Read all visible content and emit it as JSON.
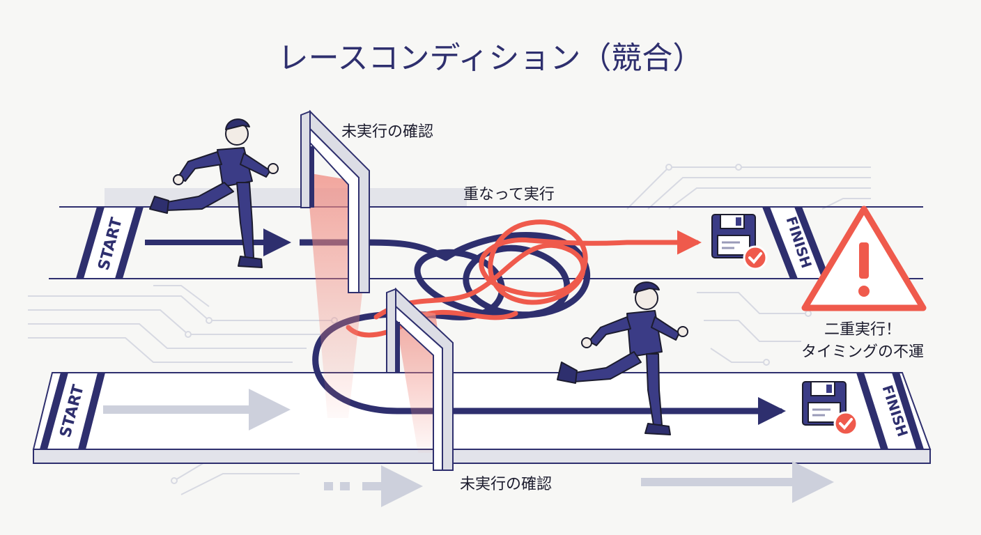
{
  "title": "レースコンディション（競合）",
  "labels": {
    "check_top": "未実行の確認",
    "check_bottom": "未実行の確認",
    "overlap": "重なって実行",
    "warning_line1": "二重実行！",
    "warning_line2": "タイミングの不運"
  },
  "lanes": {
    "top": {
      "start": "START",
      "finish": "FINISH"
    },
    "bottom": {
      "start": "START",
      "finish": "FINISH"
    }
  },
  "icons": {
    "save": "floppy-disk-icon",
    "check": "check-badge-icon",
    "warning": "warning-triangle-icon",
    "runner": "runner-figure"
  },
  "colors": {
    "navy": "#2e2f6e",
    "red": "#ef5a4c",
    "grey_line": "#c9ccd8",
    "track_fill": "#ffffff",
    "pink_beam": "#f3a9a3"
  }
}
